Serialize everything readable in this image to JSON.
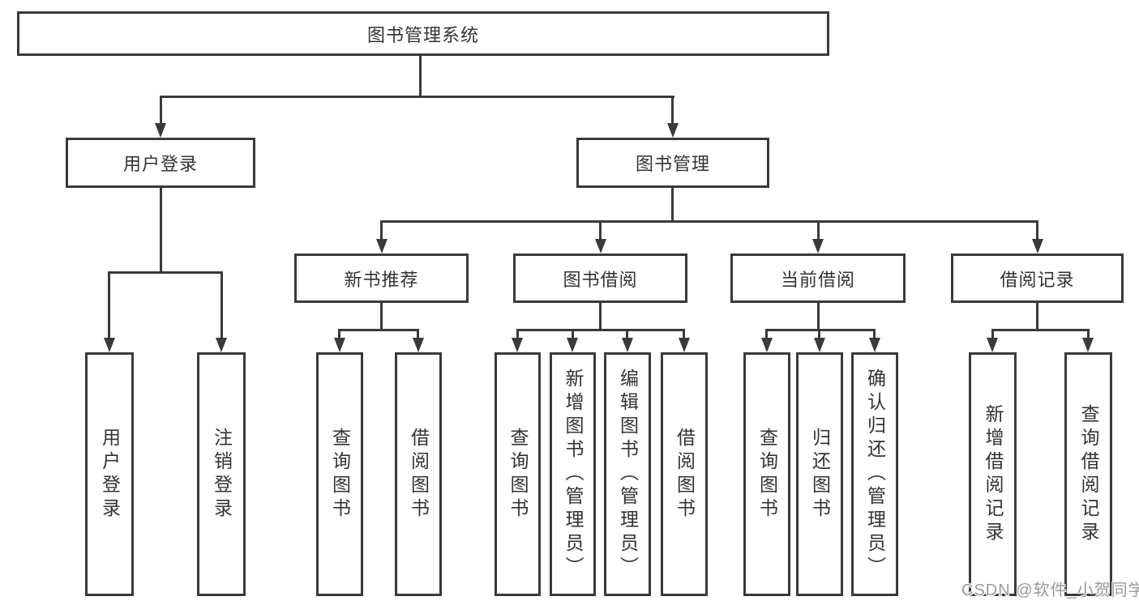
{
  "diagram": {
    "root": {
      "label": "图书管理系统"
    },
    "branches": [
      {
        "label": "用户登录",
        "children": [
          {
            "label": "用户登录"
          },
          {
            "label": "注销登录"
          }
        ]
      },
      {
        "label": "图书管理",
        "children": [
          {
            "label": "新书推荐",
            "children": [
              {
                "label": "查询图书"
              },
              {
                "label": "借阅图书"
              }
            ]
          },
          {
            "label": "图书借阅",
            "children": [
              {
                "label": "查询图书"
              },
              {
                "label": "新增图书（管理员）"
              },
              {
                "label": "编辑图书（管理员）"
              },
              {
                "label": "借阅图书"
              }
            ]
          },
          {
            "label": "当前借阅",
            "children": [
              {
                "label": "查询图书"
              },
              {
                "label": "归还图书"
              },
              {
                "label": "确认归还（管理员）"
              }
            ]
          },
          {
            "label": "借阅记录",
            "children": [
              {
                "label": "新增借阅记录"
              },
              {
                "label": "查询借阅记录"
              }
            ]
          }
        ]
      }
    ]
  },
  "colors": {
    "line": "#3a3a3a",
    "text": "#333333",
    "background": "#ffffff",
    "watermark": "#9a9a9a"
  },
  "watermark": {
    "text": "CSDN @软件_小贺同学"
  }
}
